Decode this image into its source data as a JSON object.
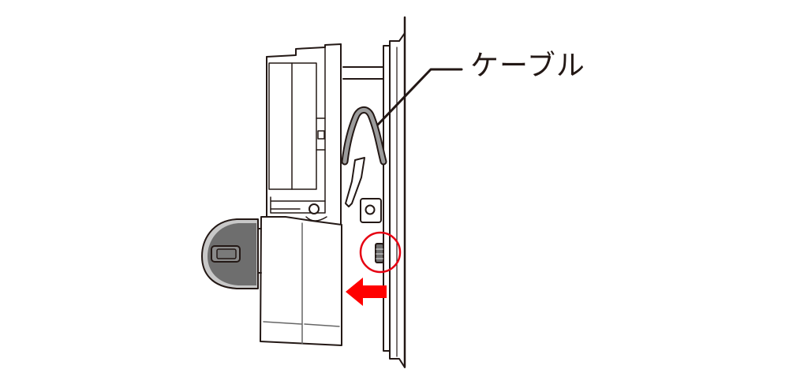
{
  "diagram": {
    "title": "Device removal illustration",
    "labels": {
      "cable": "ケーブル"
    },
    "colors": {
      "line": "#231815",
      "cable_fill": "#9c9c9c",
      "knob_fill": "#6e6e6e",
      "knob_rim": "#c8c8c8",
      "highlight": "#e60012",
      "arrow": "#ff0000",
      "background": "#ffffff"
    },
    "annotations": {
      "highlight_circle": "latch-highlight",
      "direction_arrow": "left"
    }
  }
}
